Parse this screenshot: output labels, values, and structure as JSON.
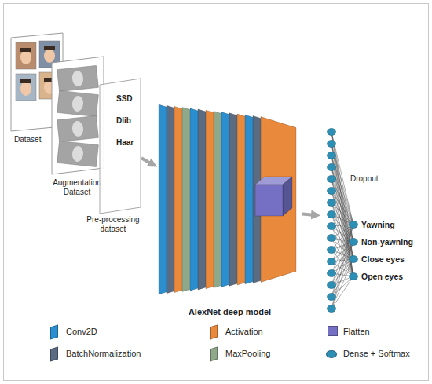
{
  "diagram": {
    "nodes": [
      {
        "text": [
          "Dataset"
        ]
      },
      {
        "text": [
          "Augmentation Dataset"
        ]
      },
      {
        "text": [
          "SSD",
          "Dlib",
          "Haar",
          "Pre-processing dataset"
        ]
      },
      {
        "text": [
          "AlexNet deep model"
        ]
      },
      {
        "text": [
          "Dropout"
        ]
      },
      {
        "text": [
          "Yawning"
        ],
        "in": 4
      },
      {
        "text": [
          "Non-yawning"
        ],
        "in": 4
      },
      {
        "text": [
          "Close eyes"
        ],
        "in": 4
      },
      {
        "text": [
          "Open eyes"
        ],
        "in": 4
      }
    ],
    "edges": [
      {
        "from": 2,
        "to": 3,
        "arrow": "to"
      },
      {
        "from": 3,
        "to": 4,
        "arrow": "to"
      }
    ],
    "legend": [
      {
        "text": "Conv2D",
        "color": "#2b8fcf"
      },
      {
        "text": "Activation",
        "color": "#e8893c"
      },
      {
        "text": "Flatten",
        "color": "#7570c4"
      },
      {
        "text": "BatchNormalization",
        "color": "#5b6b82"
      },
      {
        "text": "MaxPooling",
        "color": "#8fa889"
      },
      {
        "text": "Dense + Softmax",
        "color": "#2e8fb5"
      }
    ]
  }
}
